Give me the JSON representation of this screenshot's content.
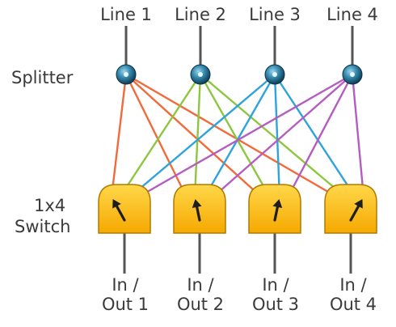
{
  "lines": [
    "Line 1",
    "Line 2",
    "Line 3",
    "Line 4"
  ],
  "splitter_label": "Splitter",
  "switch_label_line1": "1x4",
  "switch_label_line2": "Switch",
  "ports": [
    {
      "line1": "In /",
      "line2": "Out 1"
    },
    {
      "line1": "In /",
      "line2": "Out 2"
    },
    {
      "line1": "In /",
      "line2": "Out 3"
    },
    {
      "line1": "In /",
      "line2": "Out 4"
    }
  ],
  "colors": {
    "line1": "#f26a3a",
    "line2": "#8dc63f",
    "line3": "#2ea3dc",
    "line4": "#b55cc0",
    "switch_fill": "#fbbf1c",
    "switch_stroke": "#b07a00",
    "stub": "#555555"
  },
  "switch_selected_inputs": [
    1,
    2,
    3,
    4
  ]
}
